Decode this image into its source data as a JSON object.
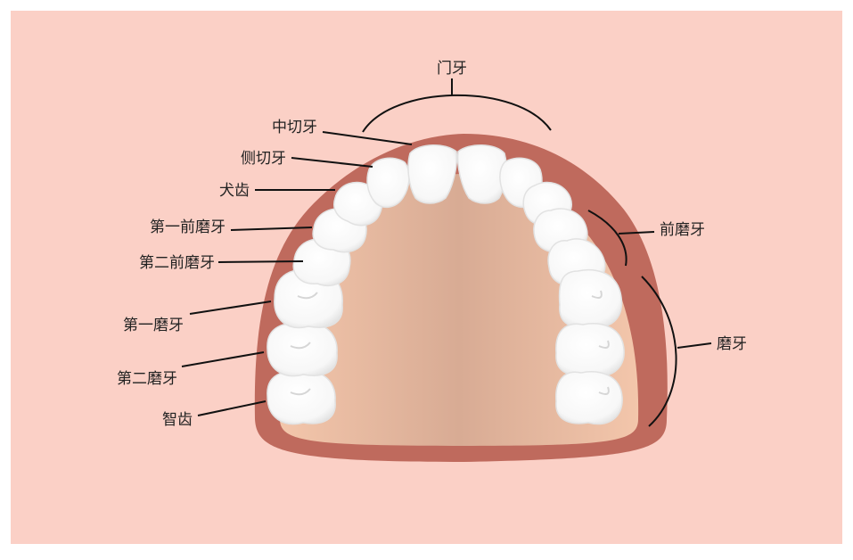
{
  "labels": {
    "incisors_group": "门牙",
    "central_incisor": "中切牙",
    "lateral_incisor": "侧切牙",
    "canine": "犬齿",
    "first_premolar": "第一前磨牙",
    "second_premolar": "第二前磨牙",
    "first_molar": "第一磨牙",
    "second_molar": "第二磨牙",
    "wisdom_tooth": "智齿",
    "premolars_group": "前磨牙",
    "molars_group": "磨牙"
  },
  "colors": {
    "background": "#fbd0c6",
    "gum": "#bf6a5d",
    "palate": "#efc2a7",
    "palate_center": "#d9ab93",
    "tooth": "#ffffff",
    "tooth_shadow": "#e4e4e4",
    "line": "#111111"
  }
}
